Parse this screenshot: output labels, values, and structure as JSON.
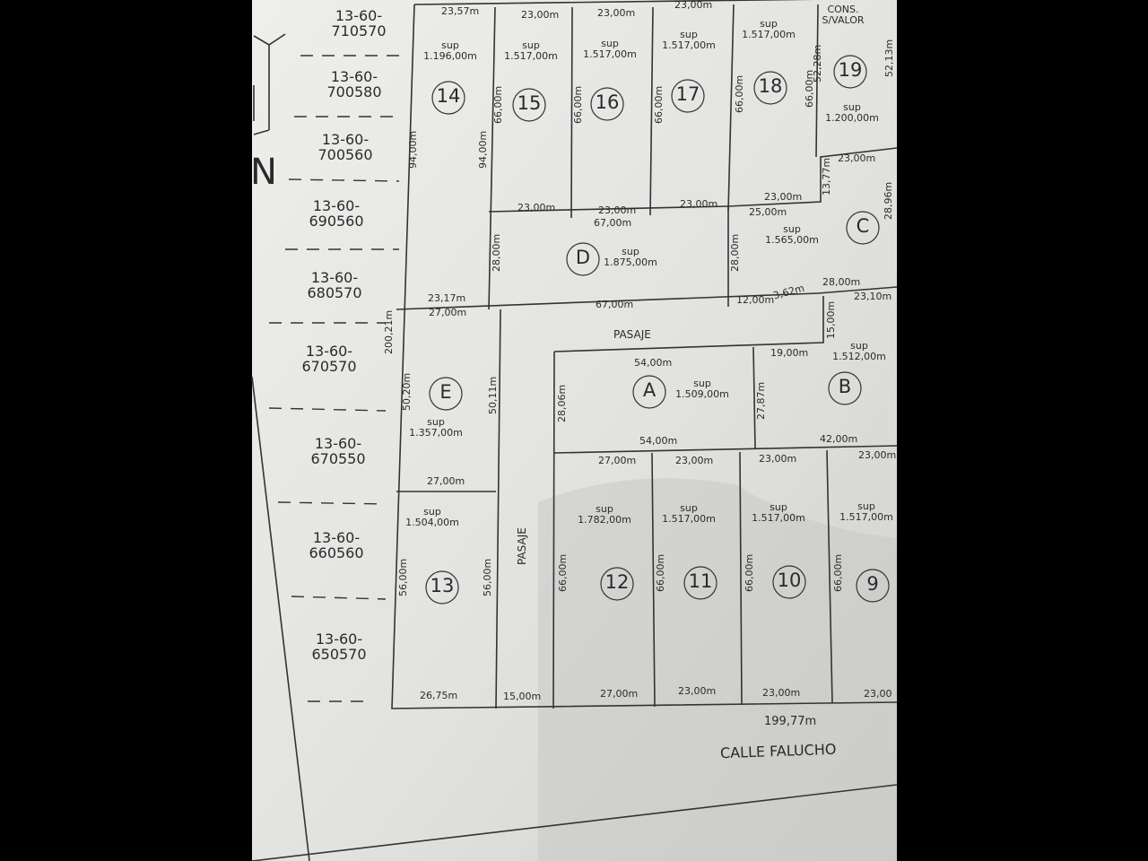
{
  "north_letter": "N",
  "codes": [
    "13-60-\n710570",
    "13-60-\n700580",
    "13-60-\n700560",
    "13-60-\n690560",
    "13-60-\n680570",
    "13-60-\n670570",
    "13-60-\n670550",
    "13-60-\n660560",
    "13-60-\n650570"
  ],
  "lots": [
    {
      "id": "14",
      "sup": "sup\n1.196,00m"
    },
    {
      "id": "15",
      "sup": "sup\n1.517,00m"
    },
    {
      "id": "16",
      "sup": "sup\n1.517,00m"
    },
    {
      "id": "17",
      "sup": "sup\n1.517,00m"
    },
    {
      "id": "18",
      "sup": "sup\n1.517,00m"
    },
    {
      "id": "19",
      "sup": "sup\n1.200,00m"
    },
    {
      "id": "C",
      "sup": "sup\n1.565,00m"
    },
    {
      "id": "D",
      "sup": "sup\n1.875,00m"
    },
    {
      "id": "E",
      "sup": "sup\n1.357,00m"
    },
    {
      "id": "A",
      "sup": "sup\n1.509,00m"
    },
    {
      "id": "B",
      "sup": "sup\n1.512,00m"
    },
    {
      "id": "13",
      "sup": "sup\n1.504,00m"
    },
    {
      "id": "12",
      "sup": "sup\n1.782,00m"
    },
    {
      "id": "11",
      "sup": "sup\n1.517,00m"
    },
    {
      "id": "10",
      "sup": "sup\n1.517,00m"
    },
    {
      "id": "9",
      "sup": "sup\n1.517,00m"
    }
  ],
  "cons": "CONS.\nS/VALOR",
  "pasaje_top": "PASAJE",
  "pasaje_vertical": "PASAJE",
  "street": "CALLE FALUCHO",
  "total_length": "199,77m",
  "dimensions": {
    "d1": "23,57m",
    "d2": "23,00m",
    "d3": "23,00m",
    "d4": "23,00m",
    "d5": "94,00m",
    "d6": "94,00m",
    "d7": "66,00m",
    "d8": "66,00m",
    "d9": "66,00m",
    "d10": "66,00m",
    "d11": "66,00m",
    "d12": "52,28m",
    "d13": "52,13m",
    "d14": "23,00m",
    "d15": "23,00m",
    "d16": "23,00m",
    "d17": "23,00m",
    "d18": "67,00m",
    "d19": "25,00m",
    "d20": "23,00m",
    "d21": "13,77m",
    "d22": "28,96m",
    "d23": "28,00m",
    "d24": "28,00m",
    "d25": "23,17m",
    "d26": "67,00m",
    "d27": "12,00m",
    "d28": "3,62m",
    "d29": "28,00m",
    "d30": "23,10m",
    "d31": "200,21m",
    "d32": "27,00m",
    "d33": "15,00m",
    "d34": "19,00m",
    "d35": "54,00m",
    "d36": "50,20m",
    "d37": "50,11m",
    "d38": "28,06m",
    "d39": "27,87m",
    "d40": "54,00m",
    "d41": "42,00m",
    "d42": "27,00m",
    "d43": "23,00m",
    "d44": "23,00m",
    "d45": "23,00m",
    "d46": "27,00m",
    "d47": "56,00m",
    "d48": "56,00m",
    "d49": "66,00m",
    "d50": "66,00m",
    "d51": "66,00m",
    "d52": "66,00m",
    "d53": "26,75m",
    "d54": "15,00m",
    "d55": "27,00m",
    "d56": "23,00m",
    "d57": "23,00m",
    "d58": "23,00"
  },
  "colors": {
    "paper": "#e8e8e6",
    "ink": "#2a2a2a",
    "background": "#000000",
    "shadow": "#c4c4c2"
  }
}
